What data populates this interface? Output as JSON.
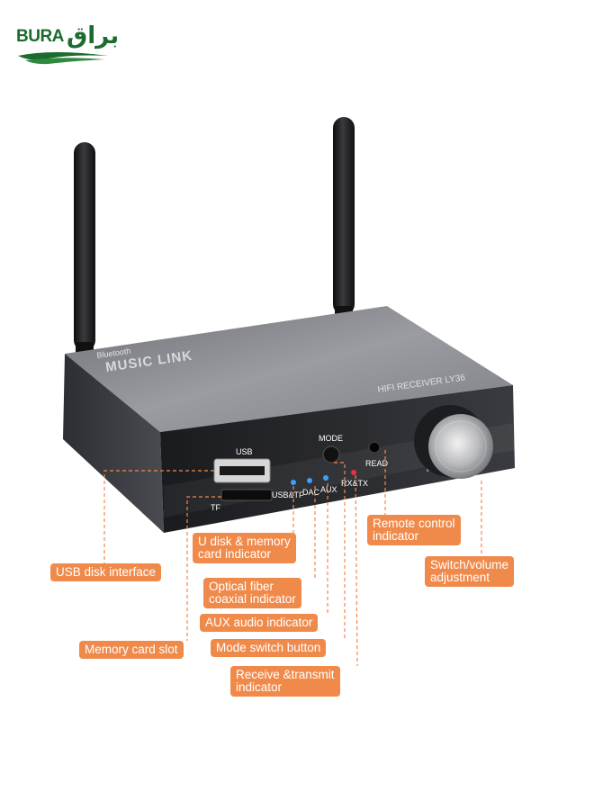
{
  "brand": {
    "latin": "BURA",
    "arabic": "براق"
  },
  "device": {
    "top_logo": "Bluetooth",
    "top_title": "MUSIC LINK",
    "side_label": "HIFI RECEIVER LY36",
    "panel": {
      "usb": "USB",
      "tf": "TF",
      "mode": "MODE",
      "read": "READ",
      "power": "POWER",
      "led_usbtf": "USB&TF",
      "led_dac": "DAC",
      "led_aux": "AUX",
      "led_rxtx": "RX&TX"
    }
  },
  "callouts": {
    "usb_disk": "USB disk interface",
    "memory_card": "Memory card slot",
    "u_disk_1": "U disk & memory",
    "u_disk_2": "card indicator",
    "optical_1": "Optical fiber",
    "optical_2": "coaxial indicator",
    "aux": "AUX audio indicator",
    "mode_switch": "Mode switch button",
    "receive_1": "Receive &transmit",
    "receive_2": "indicator",
    "remote_1": "Remote control",
    "remote_2": "indicator",
    "switch_1": "Switch/volume",
    "switch_2": "adjustment"
  },
  "colors": {
    "callout_bg": "#f08a4b",
    "leader_line": "#f08a4b",
    "led_blue": "#3aa0ff",
    "led_red": "#e83040",
    "brand_green": "#1c6b2f"
  }
}
